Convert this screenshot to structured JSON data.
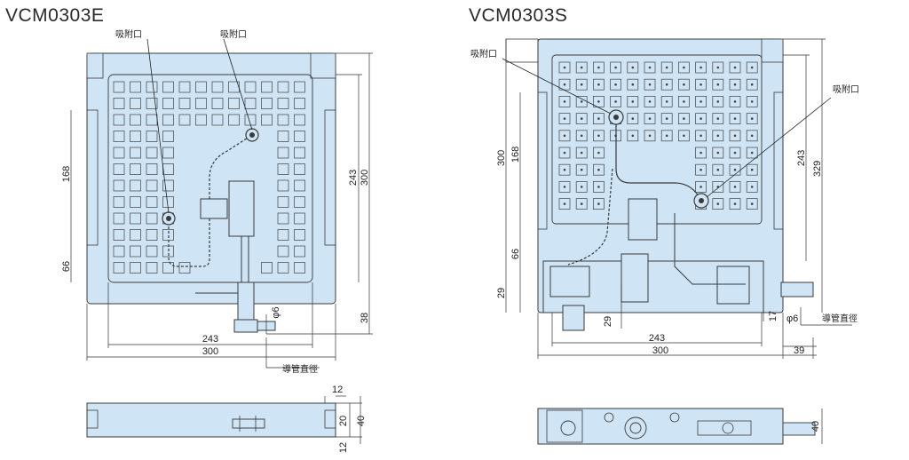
{
  "titles": {
    "left": "VCM0303E",
    "right": "VCM0303S"
  },
  "labels": {
    "suction_port": "吸附口",
    "tube_diameter": "導管直徑"
  },
  "left_dims": {
    "h_inner": "243",
    "h_outer": "300",
    "v_243": "243",
    "v_300": "300",
    "v_168": "168",
    "v_66": "66",
    "v_38": "38",
    "phi": "φ6",
    "side_12a": "12",
    "side_20": "20",
    "side_40": "40",
    "side_12b": "12"
  },
  "right_dims": {
    "h_inner": "243",
    "h_outer": "300",
    "h_39": "39",
    "v_300": "300",
    "v_168": "168",
    "v_66": "66",
    "v_29": "29",
    "v_29b": "29",
    "v_243": "243",
    "v_329": "329",
    "v_17": "17",
    "phi": "φ6",
    "side_40": "40"
  },
  "colors": {
    "plate": "#cfe4f5",
    "line": "#3a3a3a",
    "grid": "#555555"
  }
}
